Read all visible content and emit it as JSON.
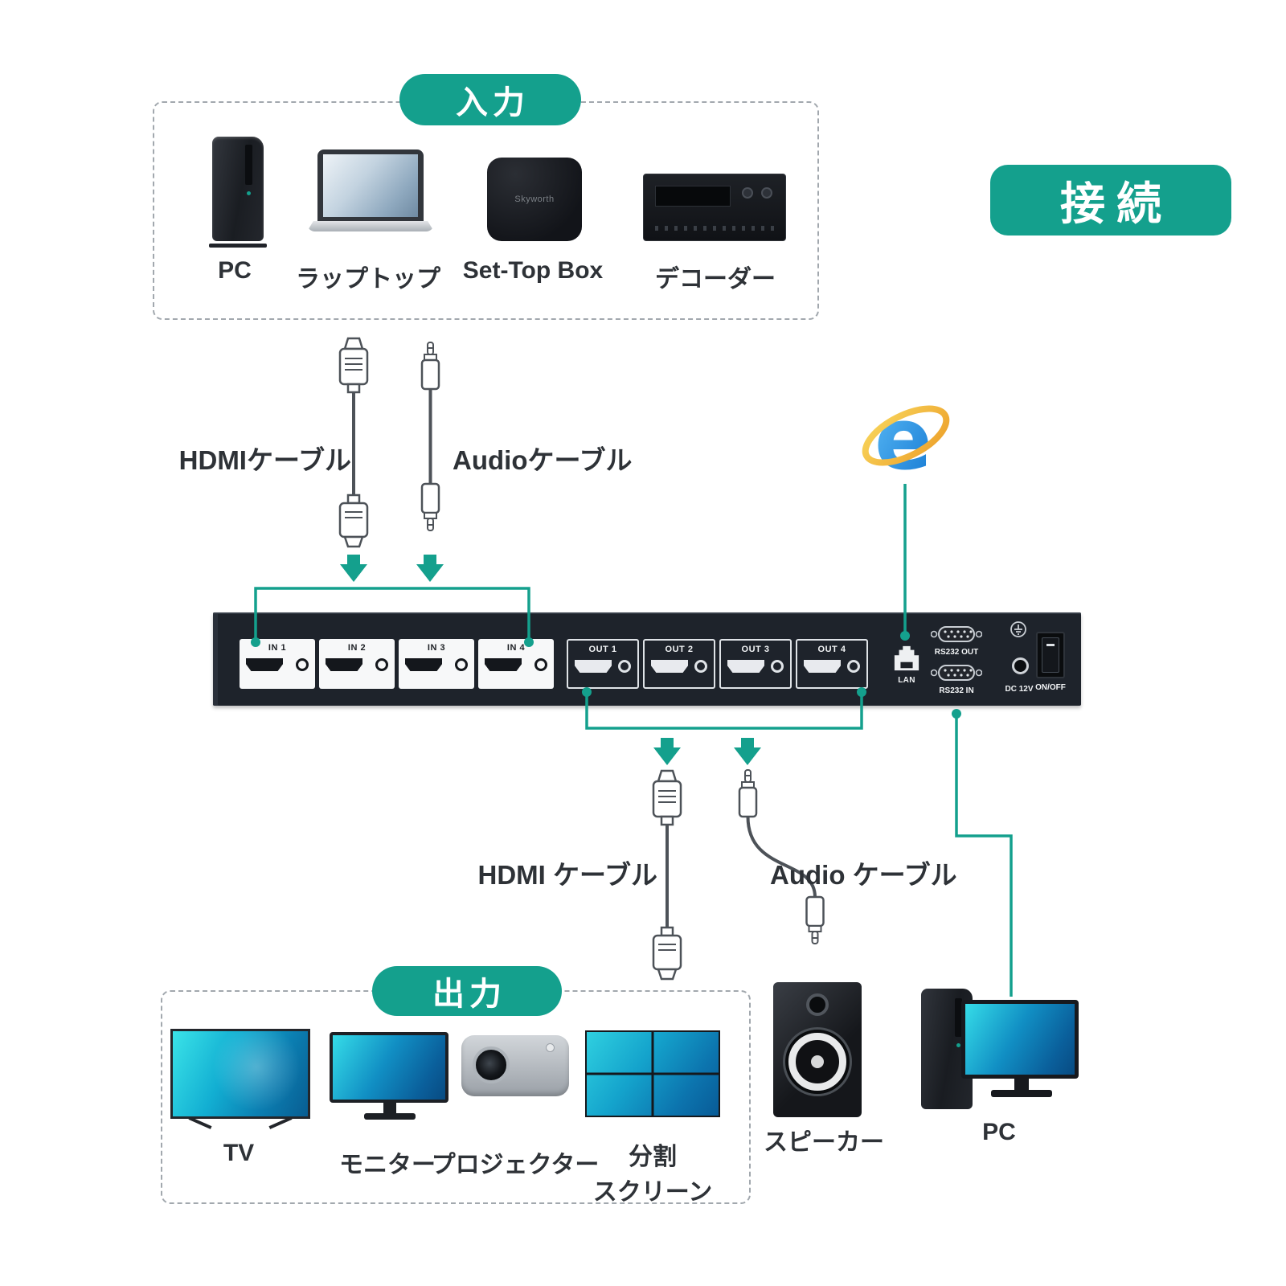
{
  "accent": "#14A08D",
  "page_title": "接続",
  "input_section": {
    "badge": "入力",
    "devices": [
      {
        "name": "pc-tower",
        "label": "PC"
      },
      {
        "name": "laptop",
        "label": "ラップトップ"
      },
      {
        "name": "set-top-box",
        "label": "Set-Top Box",
        "brand": "Skyworth"
      },
      {
        "name": "decoder",
        "label": "デコーダー"
      }
    ]
  },
  "top_cables": {
    "hdmi_label": "HDMIケーブル",
    "audio_label": "Audioケーブル"
  },
  "ie_icon": {
    "letter": "e"
  },
  "switcher": {
    "input_ports": [
      "IN 1",
      "IN 2",
      "IN 3",
      "IN 4"
    ],
    "output_ports": [
      "OUT 1",
      "OUT 2",
      "OUT 3",
      "OUT 4"
    ],
    "lan_label": "LAN",
    "rs232_out_label": "RS232 OUT",
    "rs232_in_label": "RS232 IN",
    "dc_label": "DC 12V",
    "power_label": "ON/OFF"
  },
  "bottom_cables": {
    "hdmi_label": "HDMI ケーブル",
    "audio_label": "Audio ケーブル"
  },
  "output_section": {
    "badge": "出力",
    "devices": [
      {
        "name": "tv",
        "label": "TV"
      },
      {
        "name": "monitor",
        "label": "モニター"
      },
      {
        "name": "projector",
        "label": "プロジェクター"
      },
      {
        "name": "split-screen",
        "label": "分割\nスクリーン"
      }
    ]
  },
  "right_devices": {
    "speaker_label": "スピーカー",
    "pc_label": "PC"
  }
}
